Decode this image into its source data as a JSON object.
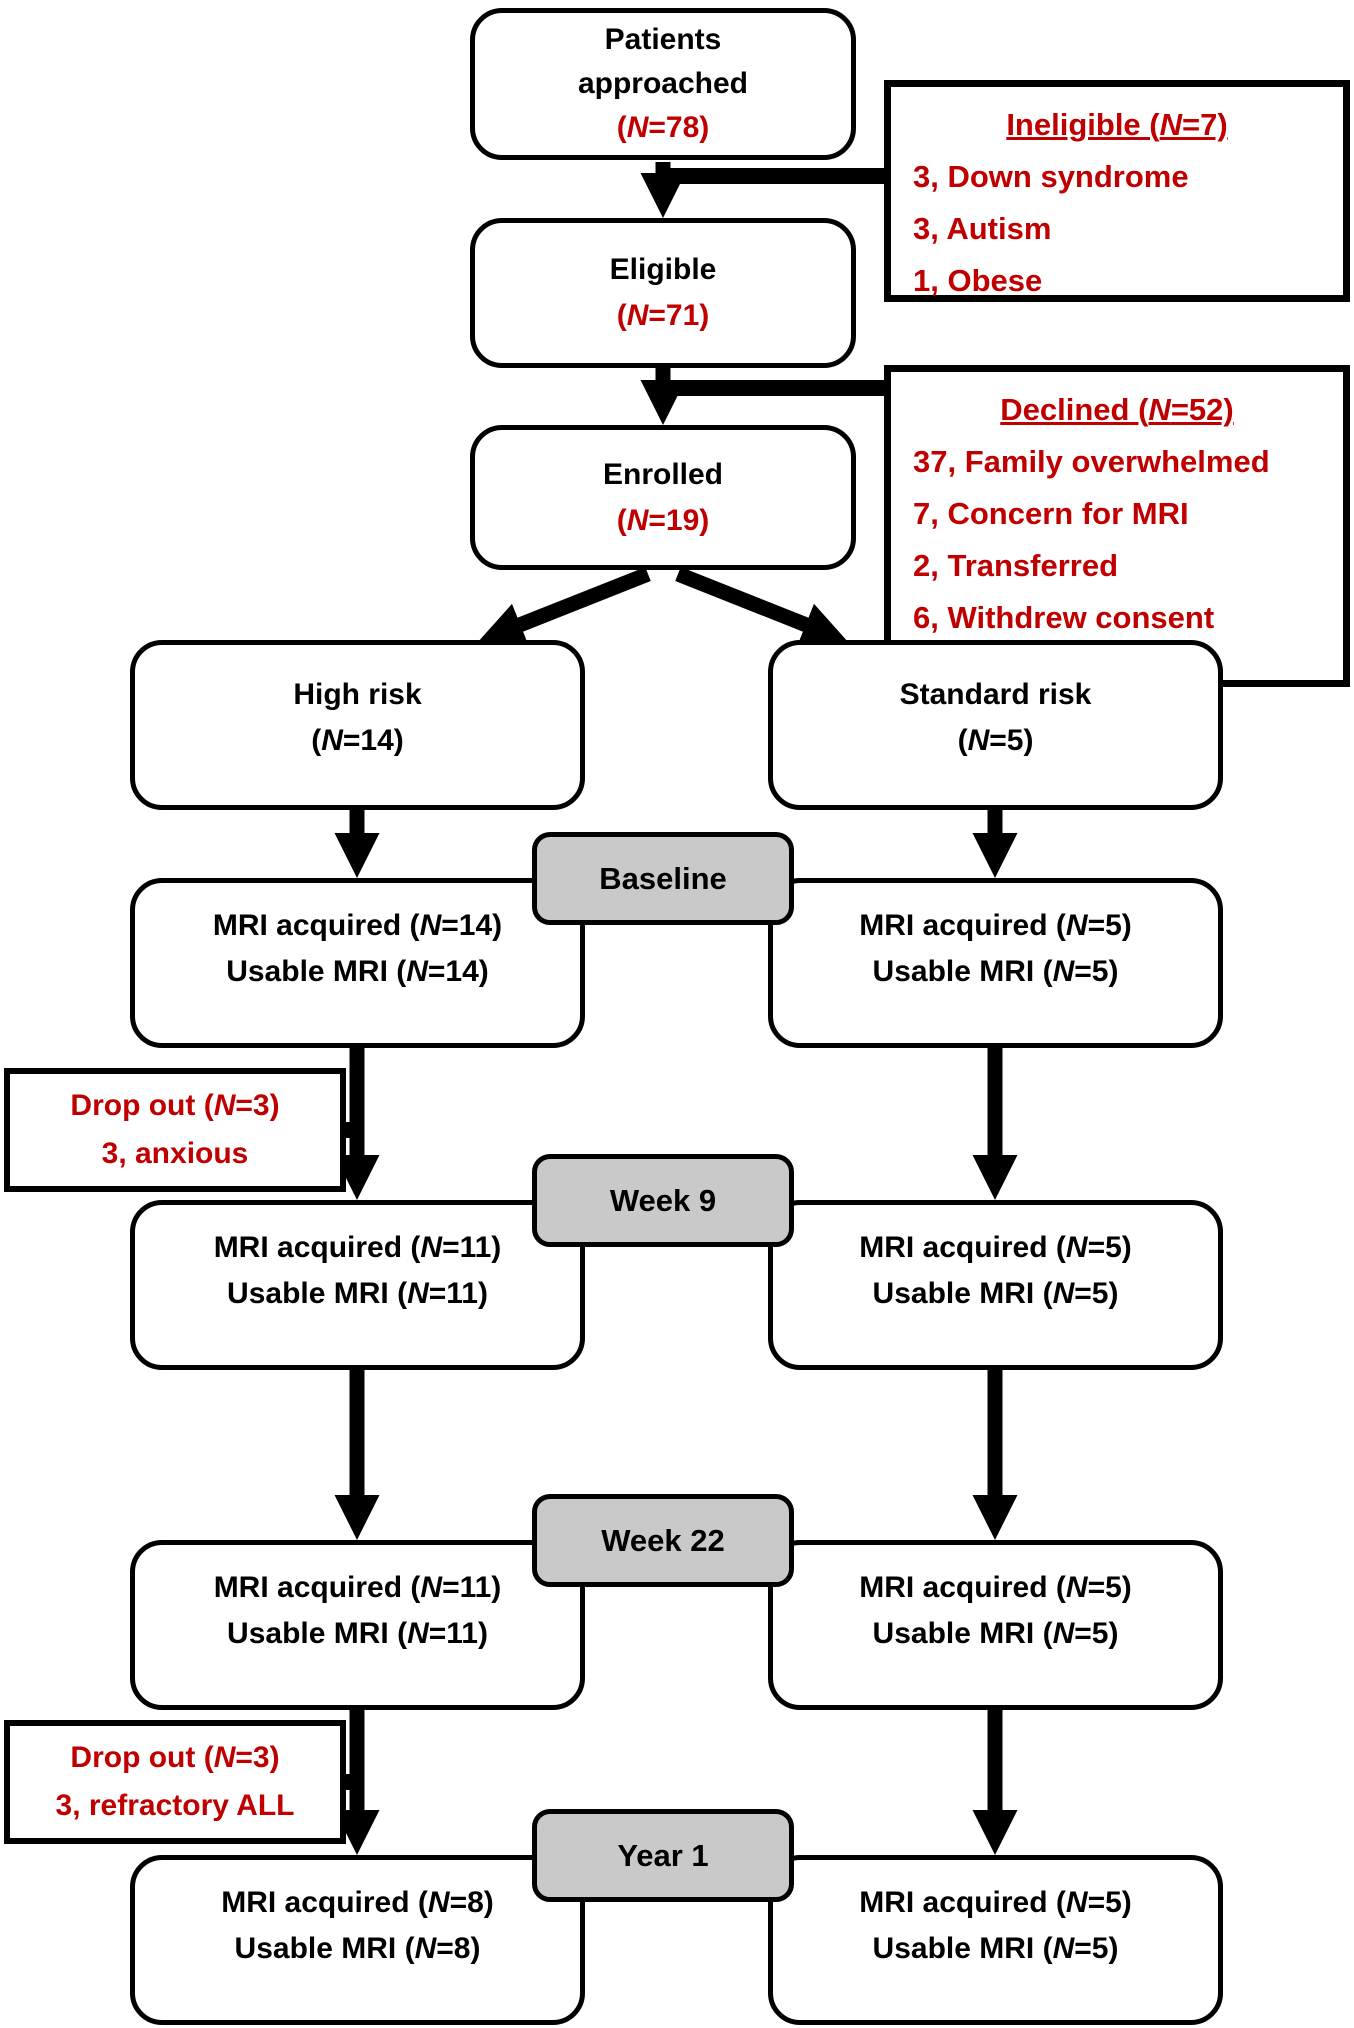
{
  "palette": {
    "accent_red": "#c00000",
    "line_black": "#000000",
    "stage_gray": "#c9c9c9",
    "box_white": "#ffffff"
  },
  "flow": {
    "patients": {
      "line1": "Patients",
      "line2": "approached",
      "n": "(N=78)"
    },
    "ineligible": {
      "title": "Ineligible (N=7)",
      "items": [
        "3, Down syndrome",
        "3, Autism",
        "1, Obese"
      ]
    },
    "eligible": {
      "line1": "Eligible",
      "n": "(N=71)"
    },
    "declined": {
      "title": "Declined (N=52)",
      "items": [
        "37, Family overwhelmed",
        "7, Concern for MRI",
        "2, Transferred",
        "6, Withdrew consent"
      ]
    },
    "enrolled": {
      "line1": "Enrolled",
      "n": "(N=19)"
    },
    "high_risk": {
      "line1": "High risk",
      "n": "(N=14)"
    },
    "standard_risk": {
      "line1": "Standard risk",
      "n": "(N=5)"
    },
    "dropout1": {
      "line1": "Drop out (N=3)",
      "line2": "3, anxious"
    },
    "dropout2": {
      "line1": "Drop out (N=3)",
      "line2": "3, refractory ALL"
    },
    "stages": [
      {
        "label": "Baseline",
        "left": [
          "MRI acquired (N=14)",
          "Usable MRI (N=14)"
        ],
        "right": [
          "MRI acquired (N=5)",
          "Usable MRI (N=5)"
        ]
      },
      {
        "label": "Week 9",
        "left": [
          "MRI acquired (N=11)",
          "Usable MRI (N=11)"
        ],
        "right": [
          "MRI acquired (N=5)",
          "Usable MRI (N=5)"
        ]
      },
      {
        "label": "Week 22",
        "left": [
          "MRI acquired (N=11)",
          "Usable MRI (N=11)"
        ],
        "right": [
          "MRI acquired (N=5)",
          "Usable MRI (N=5)"
        ]
      },
      {
        "label": "Year 1",
        "left": [
          "MRI acquired (N=8)",
          "Usable MRI (N=8)"
        ],
        "right": [
          "MRI acquired (N=5)",
          "Usable MRI (N=5)"
        ]
      }
    ]
  }
}
